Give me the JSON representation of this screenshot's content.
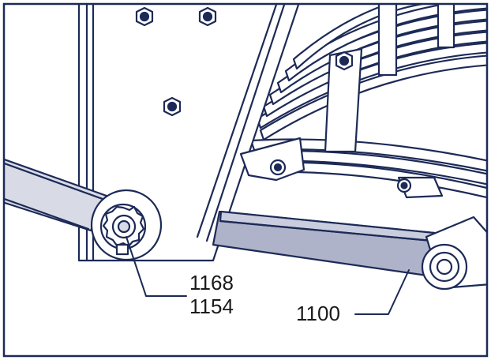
{
  "figure": {
    "labels": {
      "l1168": "1168",
      "l1154": "1154",
      "l1100": "1100"
    },
    "colors": {
      "line": "#1d2a57",
      "part_fill": "#ffffff",
      "highlight_fill": "#aeb3c9",
      "highlight_light": "#c9cddd"
    }
  }
}
